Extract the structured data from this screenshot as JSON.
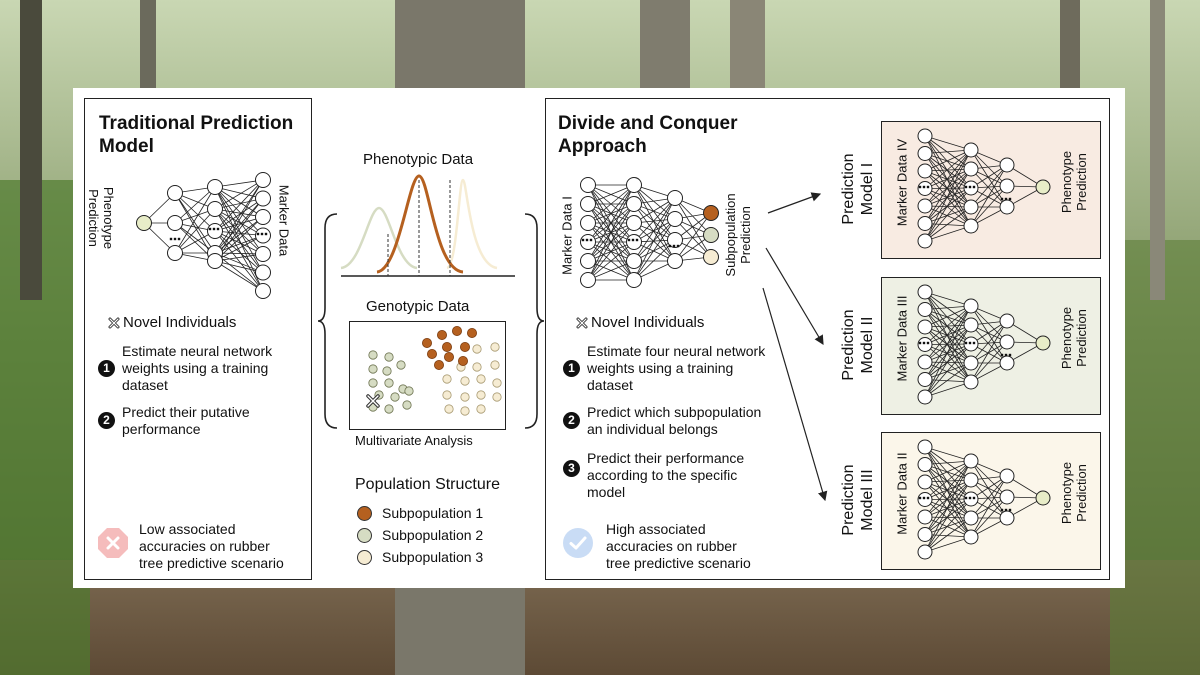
{
  "left_panel": {
    "title_line1": "Traditional Prediction",
    "title_line2": "Model",
    "input_label_line1": "Phenotype",
    "input_label_line2": "Prediction",
    "output_label": "Marker Data",
    "novel_label": "Novel Individuals",
    "step1_line1": "Estimate neural network",
    "step1_line2": "weights using a training",
    "step1_line3": "dataset",
    "step2_line1": "Predict their putative",
    "step2_line2": "performance",
    "result_line1": "Low associated",
    "result_line2": "accuracies on rubber",
    "result_line3": "tree predictive scenario"
  },
  "middle": {
    "phenotypic_title": "Phenotypic Data",
    "genotypic_title": "Genotypic Data",
    "multivariate_label": "Multivariate Analysis",
    "legend_title": "Population Structure",
    "legend": [
      {
        "label": "Subpopulation 1",
        "color": "#b5601f"
      },
      {
        "label": "Subpopulation 2",
        "color": "#d6dcc3"
      },
      {
        "label": "Subpopulation 3",
        "color": "#f6ecd3"
      }
    ]
  },
  "right_panel": {
    "title_line1": "Divide and Conquer",
    "title_line2": "Approach",
    "input_label": "Marker Data I",
    "output_label_line1": "Subpopulation",
    "output_label_line2": "Prediction",
    "novel_label": "Novel Individuals",
    "step1_line1": "Estimate four neural network",
    "step1_line2": "weights using a training",
    "step1_line3": "dataset",
    "step2_line1": "Predict which subpopulation",
    "step2_line2": "an individual belongs",
    "step3_line1": "Predict their performance",
    "step3_line2": "according to the specific",
    "step3_line3": "model",
    "result_line1": "High associated",
    "result_line2": "accuracies on rubber",
    "result_line3": "tree predictive scenario"
  },
  "models": [
    {
      "name_line1": "Prediction",
      "name_line2": "Model I",
      "marker": "Marker Data IV",
      "output_line1": "Phenotype",
      "output_line2": "Prediction",
      "bg": "#f8ebe2"
    },
    {
      "name_line1": "Prediction",
      "name_line2": "Model II",
      "marker": "Marker Data III",
      "output_line1": "Phenotype",
      "output_line2": "Prediction",
      "bg": "#eef0e4"
    },
    {
      "name_line1": "Prediction",
      "name_line2": "Model III",
      "marker": "Marker Data II",
      "output_line1": "Phenotype",
      "output_line2": "Prediction",
      "bg": "#fbf6ea"
    }
  ],
  "colors": {
    "subpop1": "#b5601f",
    "subpop2": "#d6dcc3",
    "subpop3": "#f6ecd3",
    "phenotype_node": "#e8edc8",
    "low_icon": "#f5bcbc",
    "high_icon": "#c9dcf5"
  },
  "icons": {
    "novel": "cross-marker-icon",
    "low": "x-octagon-icon",
    "high": "check-circle-icon"
  }
}
